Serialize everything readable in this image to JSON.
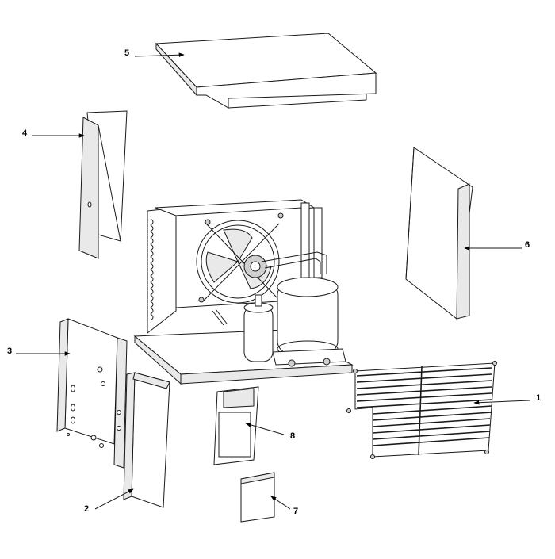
{
  "diagram": {
    "kind": "exploded parts view",
    "line_color": "#1a1a1a",
    "background": "#ffffff",
    "callouts": [
      {
        "id": "1",
        "label": "1"
      },
      {
        "id": "2",
        "label": "2"
      },
      {
        "id": "3",
        "label": "3"
      },
      {
        "id": "4",
        "label": "4"
      },
      {
        "id": "5",
        "label": "5"
      },
      {
        "id": "6",
        "label": "6"
      },
      {
        "id": "7",
        "label": "7"
      },
      {
        "id": "8",
        "label": "8"
      }
    ]
  }
}
